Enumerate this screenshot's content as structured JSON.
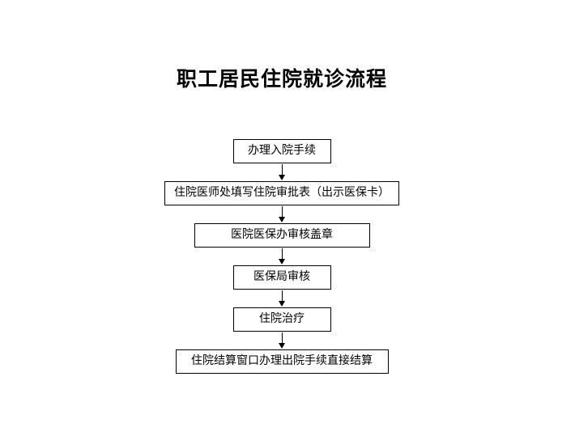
{
  "page": {
    "title": "职工居民住院就诊流程"
  },
  "flowchart": {
    "direction": "top-to-bottom",
    "nodes": [
      {
        "label": "办理入院手续"
      },
      {
        "label": "住院医师处填写住院审批表（出示医保卡）"
      },
      {
        "label": "医院医保办审核盖章"
      },
      {
        "label": "医保局审核"
      },
      {
        "label": "住院治疗"
      },
      {
        "label": "住院结算窗口办理出院手续直接结算"
      }
    ]
  },
  "colors": {
    "background": "#ffffff",
    "box_border": "#000000",
    "box_fill": "#ffffff",
    "text": "#000000",
    "arrow": "#000000"
  }
}
